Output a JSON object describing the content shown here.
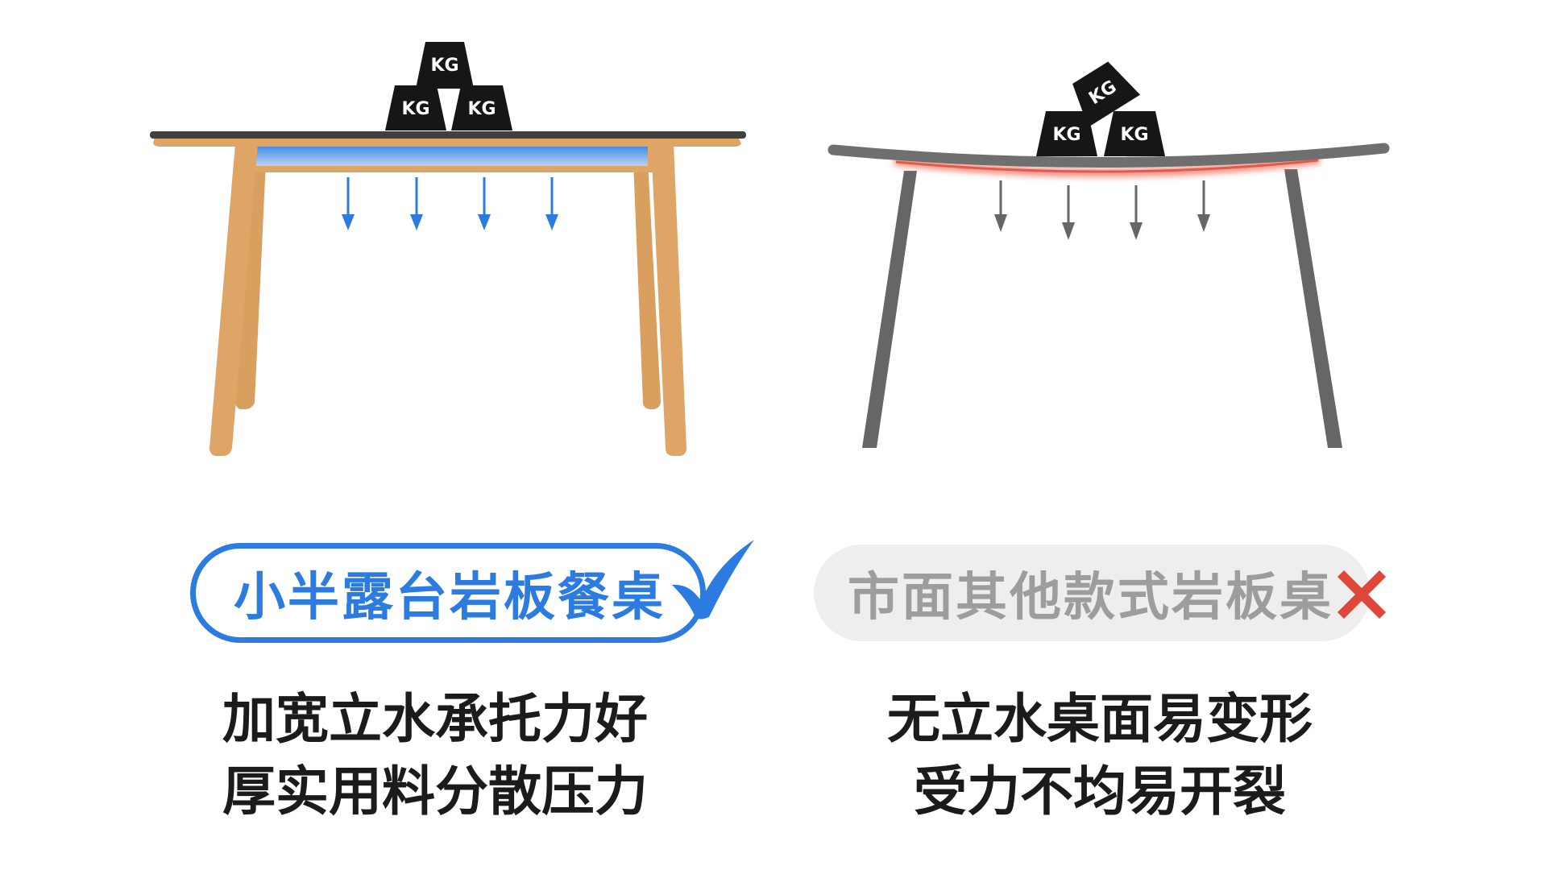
{
  "weight_label": "KG",
  "good": {
    "title": "小半露台岩板餐桌",
    "line1": "加宽立水承托力好",
    "line2": "厚实用料分散压力",
    "color": "#2c7be0",
    "mark_icon": "check-icon"
  },
  "bad": {
    "title": "市面其他款式岩板桌",
    "line1": "无立水桌面易变形",
    "line2": "受力不均易开裂",
    "color": "#9d9d9d",
    "mark_icon": "cross-icon",
    "mark_color": "#e0473a"
  }
}
